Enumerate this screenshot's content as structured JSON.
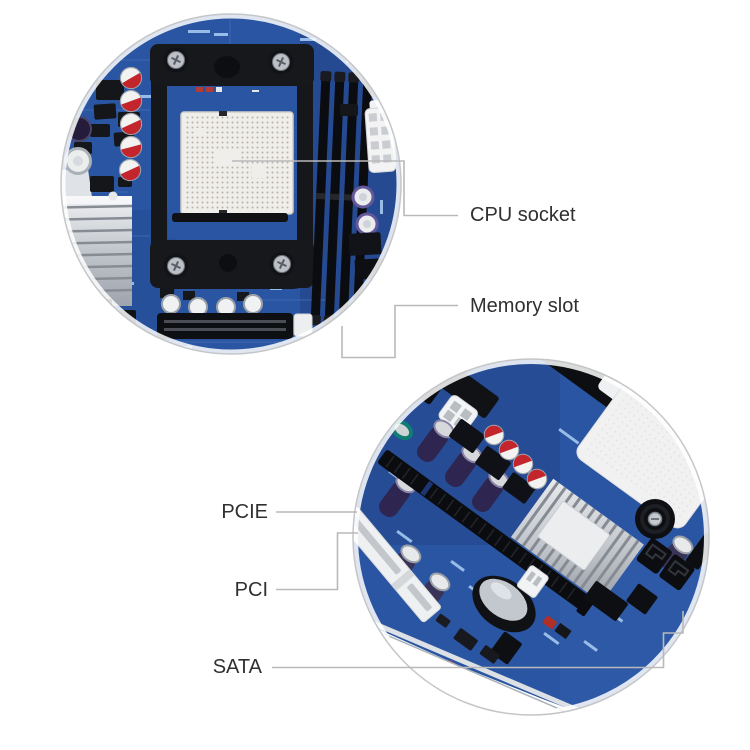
{
  "callouts": {
    "cpu_socket": {
      "label": "CPU socket"
    },
    "memory_slot": {
      "label": "Memory slot"
    },
    "pcie": {
      "label": "PCIE"
    },
    "pci": {
      "label": "PCI"
    },
    "sata": {
      "label": "SATA"
    }
  },
  "colors": {
    "background": "#ffffff",
    "pcb_blue": "#2a55a2",
    "pcb_blue_dark": "#24498f",
    "silkscreen_blue": "#9fc2ec",
    "callout_line": "#b9b9b9",
    "label_text": "#303030",
    "slot_black": "#0c0d10",
    "socket_white": "#efeeea",
    "capacitor_red": "#c2262c",
    "heatsink_silver": "#c7cad0",
    "circle_rim": "#c4c6c8"
  }
}
